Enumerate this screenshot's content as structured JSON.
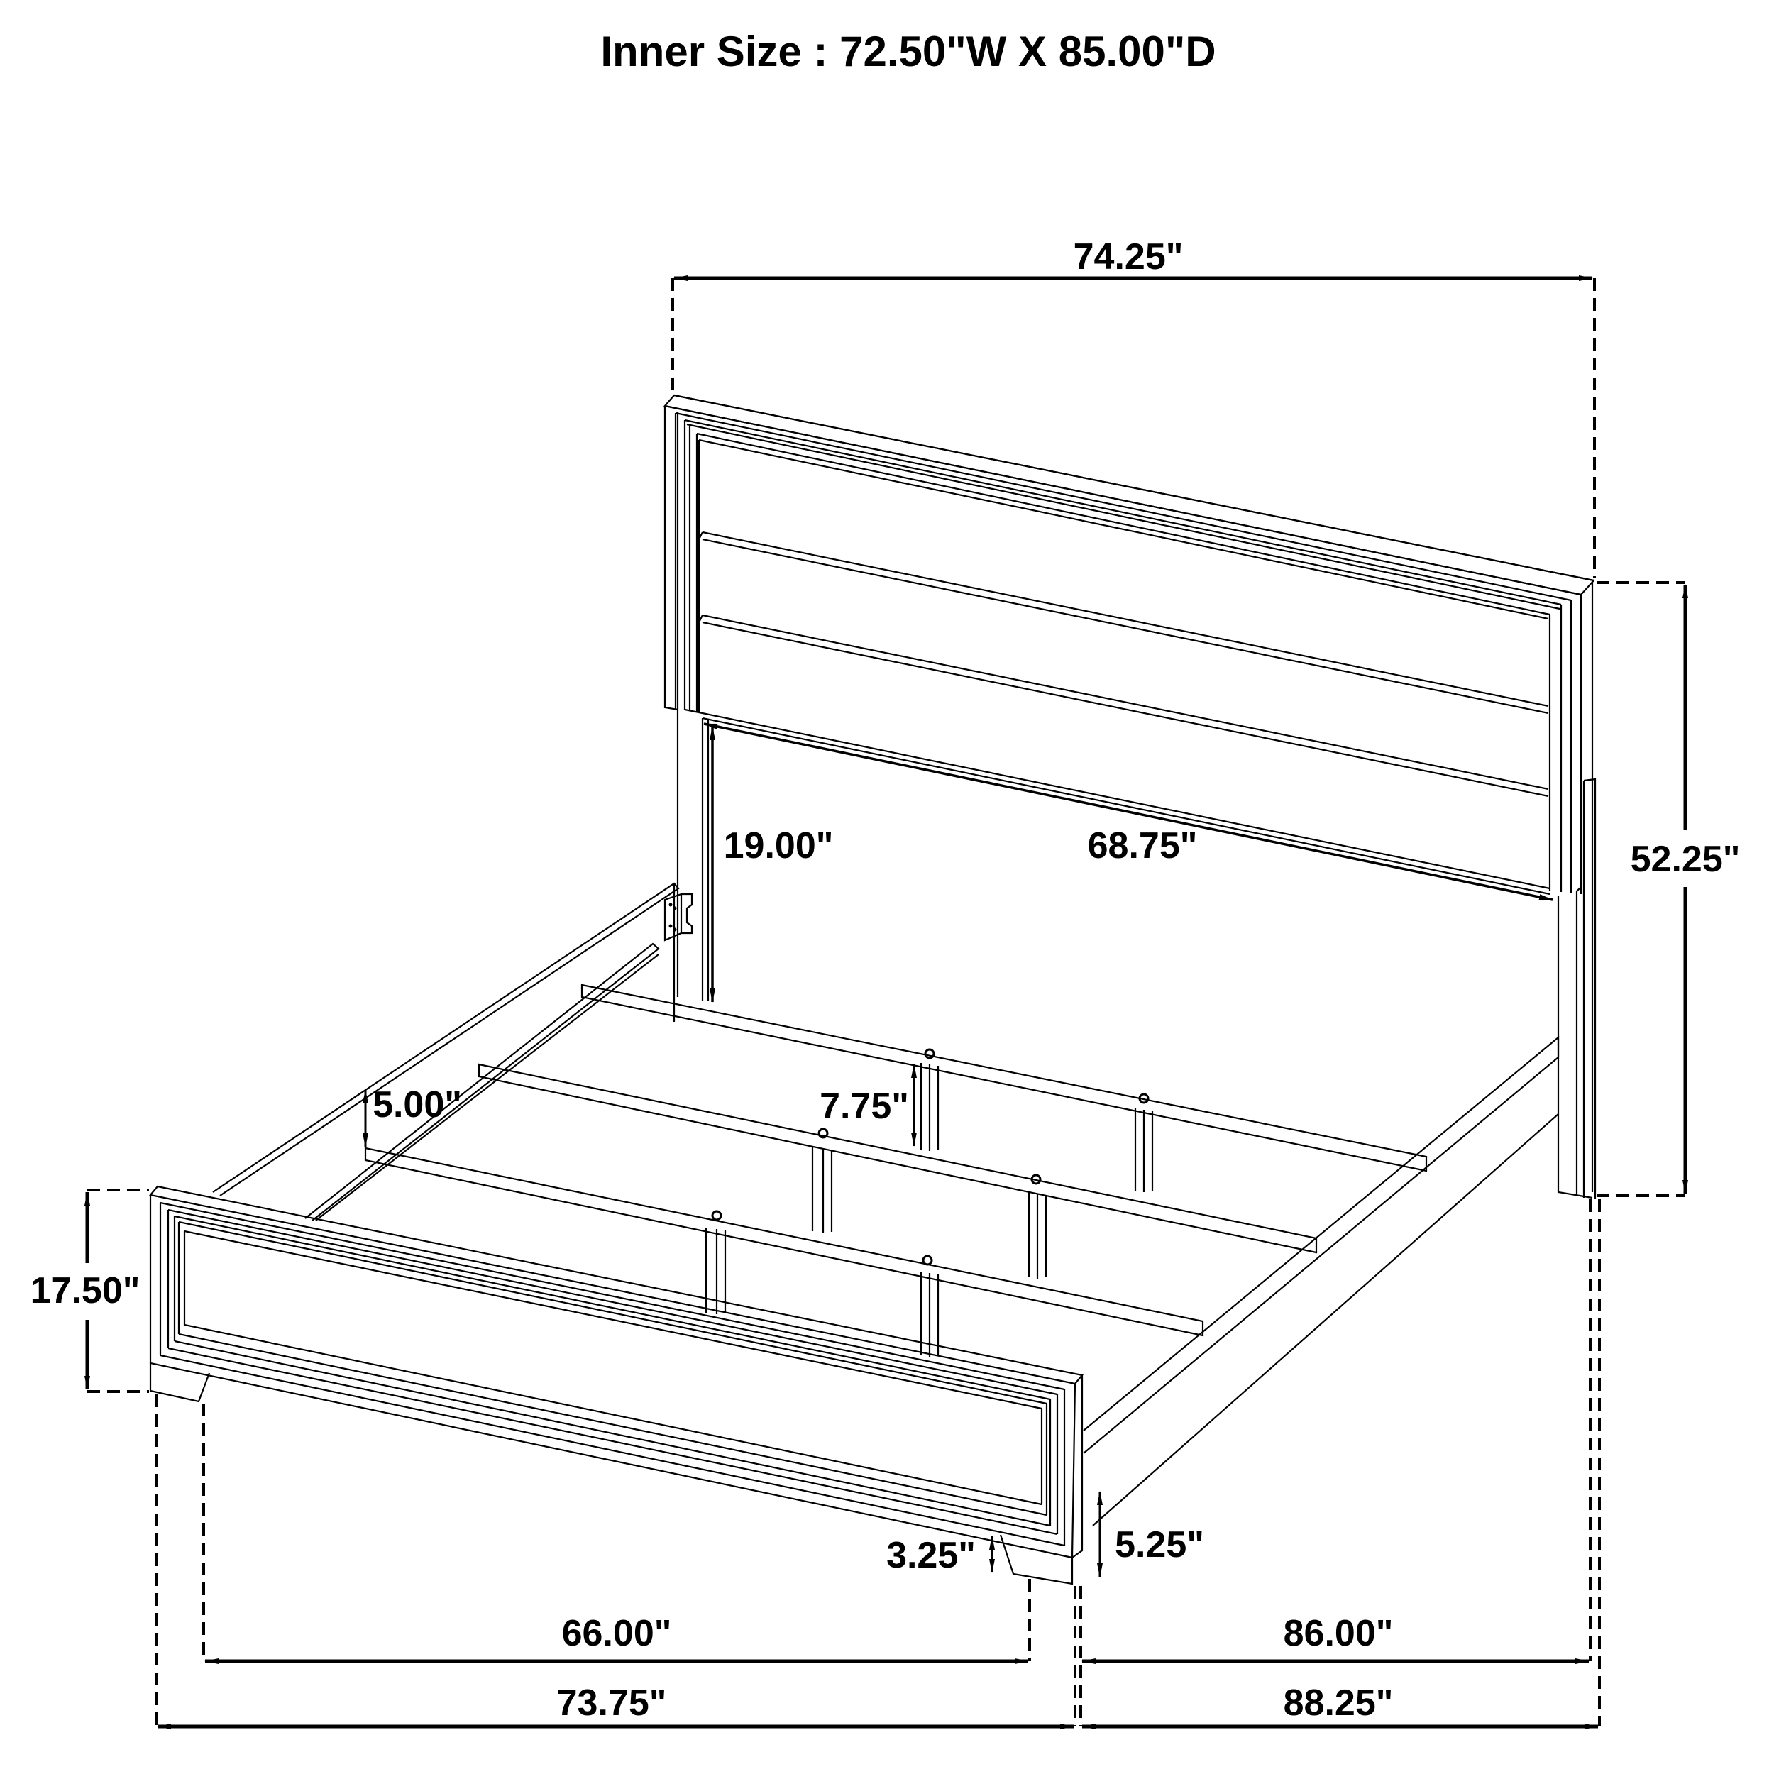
{
  "title": "Inner Size : 72.50\"W X 85.00\"D",
  "dimensions": {
    "headboard_width": "74.25\"",
    "headboard_height": "52.25\"",
    "headboard_inner_width": "68.75\"",
    "headboard_clearance": "19.00\"",
    "slat_height": "5.00\"",
    "center_support_height": "7.75\"",
    "footboard_height": "17.50\"",
    "footboard_leg_height": "3.25\"",
    "side_rail_clearance": "5.25\"",
    "footboard_leg_span": "66.00\"",
    "overall_width": "73.75\"",
    "side_rail_length": "86.00\"",
    "overall_length": "88.25\""
  }
}
